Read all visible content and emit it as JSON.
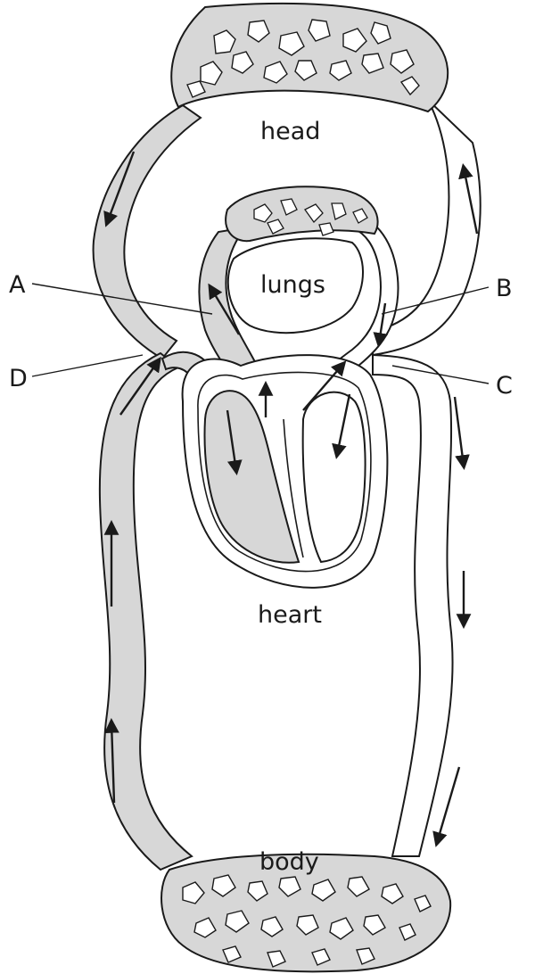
{
  "labels": {
    "head": "head",
    "lungs": "lungs",
    "heart": "heart",
    "body": "body"
  },
  "pointers": {
    "a": "A",
    "b": "B",
    "c": "C",
    "d": "D"
  },
  "colors": {
    "deoxygenated": "#d7d7d7",
    "oxygenated": "#ffffff",
    "outline": "#1a1a1a"
  }
}
